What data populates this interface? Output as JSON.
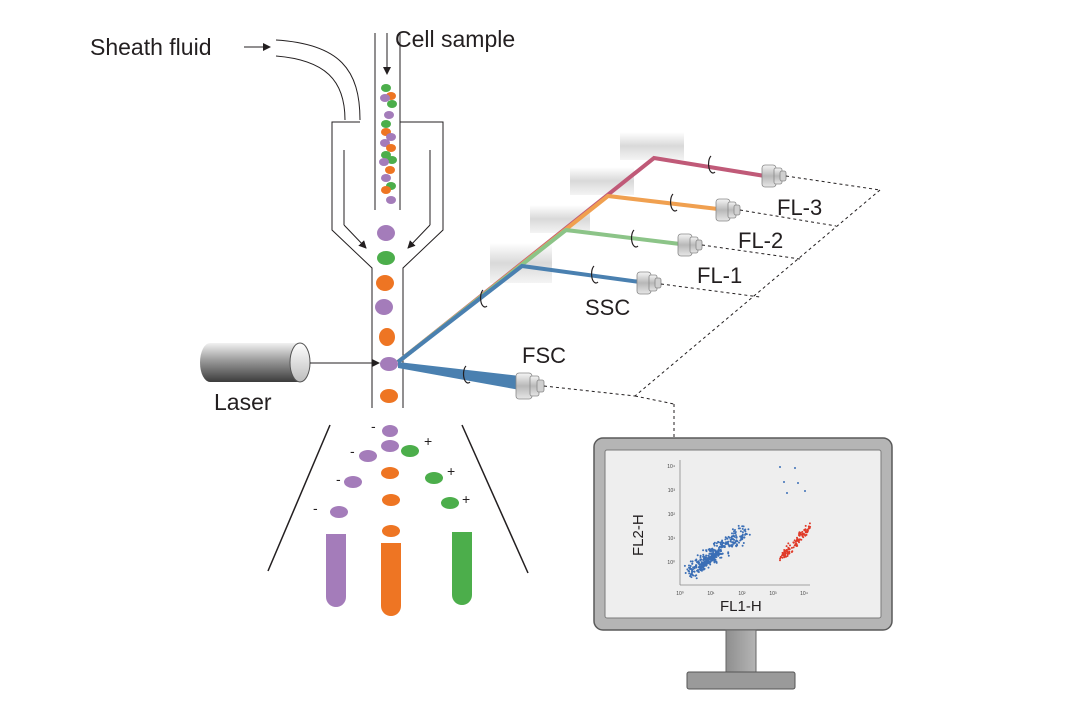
{
  "labels": {
    "sheath_fluid": "Sheath fluid",
    "cell_sample": "Cell sample",
    "laser": "Laser",
    "fsc": "FSC",
    "ssc": "SSC",
    "fl1": "FL-1",
    "fl2": "FL-2",
    "fl3": "FL-3"
  },
  "charge_signs": {
    "negative": "-",
    "positive": "+"
  },
  "monitor_plot": {
    "x_label": "FL1-H",
    "y_label": "FL2-H",
    "x_ticks": [
      "10⁰",
      "10¹",
      "10²",
      "10³",
      "10⁴"
    ],
    "y_ticks": [
      "10⁴",
      "10³",
      "10²",
      "10¹",
      "10⁰"
    ],
    "series": [
      {
        "color": "#3b6fb6"
      },
      {
        "color": "#e03a28"
      }
    ]
  },
  "colors": {
    "purple": "#a47cba",
    "green": "#4cae4b",
    "orange": "#ee7523",
    "fsc_beam": "#4a80b0",
    "ssc_beam": "#4a80b0",
    "fl1_beam": "#4a80b0",
    "fl2_beam": "#8cc488",
    "fl3_beam": "#c05a78",
    "fl_orange_beam": "#f0a050"
  }
}
